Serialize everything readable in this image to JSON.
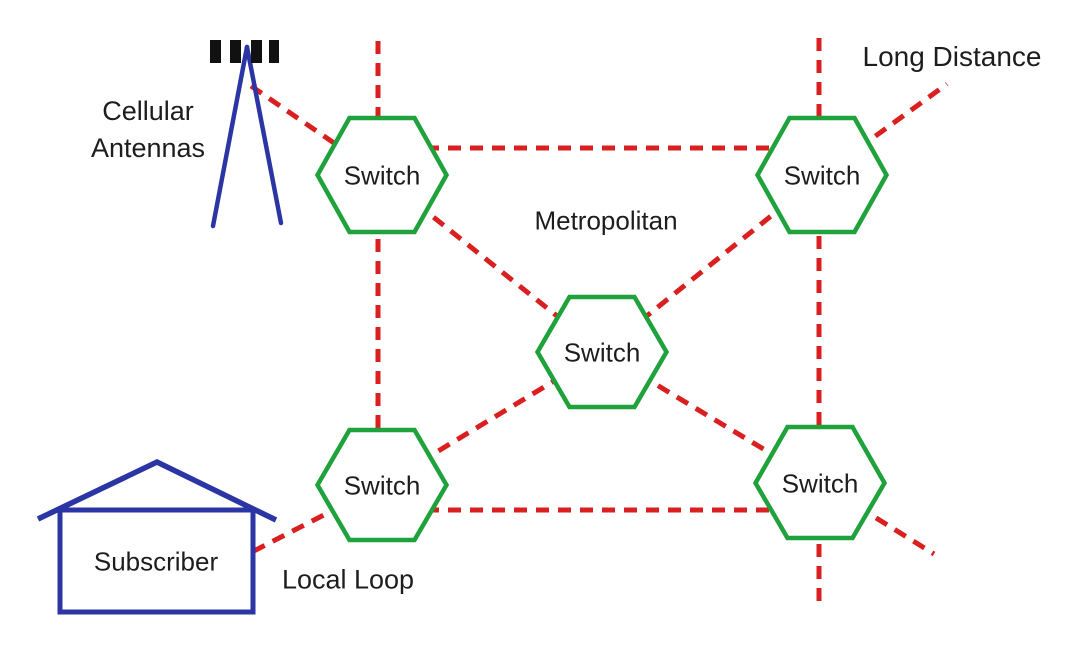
{
  "diagram": {
    "nodes": {
      "switch_top_left": {
        "label": "Switch"
      },
      "switch_top_right": {
        "label": "Switch"
      },
      "switch_center": {
        "label": "Switch"
      },
      "switch_bottom_left": {
        "label": "Switch"
      },
      "switch_bottom_right": {
        "label": "Switch"
      },
      "subscriber": {
        "label": "Subscriber"
      }
    },
    "annotations": {
      "cellular_antennas": "Cellular Antennas",
      "long_distance": "Long Distance",
      "metropolitan": "Metropolitan",
      "local_loop": "Local Loop"
    },
    "icons": {
      "cellular_antenna_icon": "blue A-frame mast with four black signal bars",
      "subscriber_house_icon": "blue outlined house",
      "switch_node_shape": "green hexagon",
      "network_link_style": "red dashed line"
    },
    "colors": {
      "link_red": "#d91f1f",
      "switch_green": "#1fa13c",
      "premise_blue": "#2b35a4",
      "label_text": "#1d1d1d",
      "background": "#ffffff"
    }
  }
}
